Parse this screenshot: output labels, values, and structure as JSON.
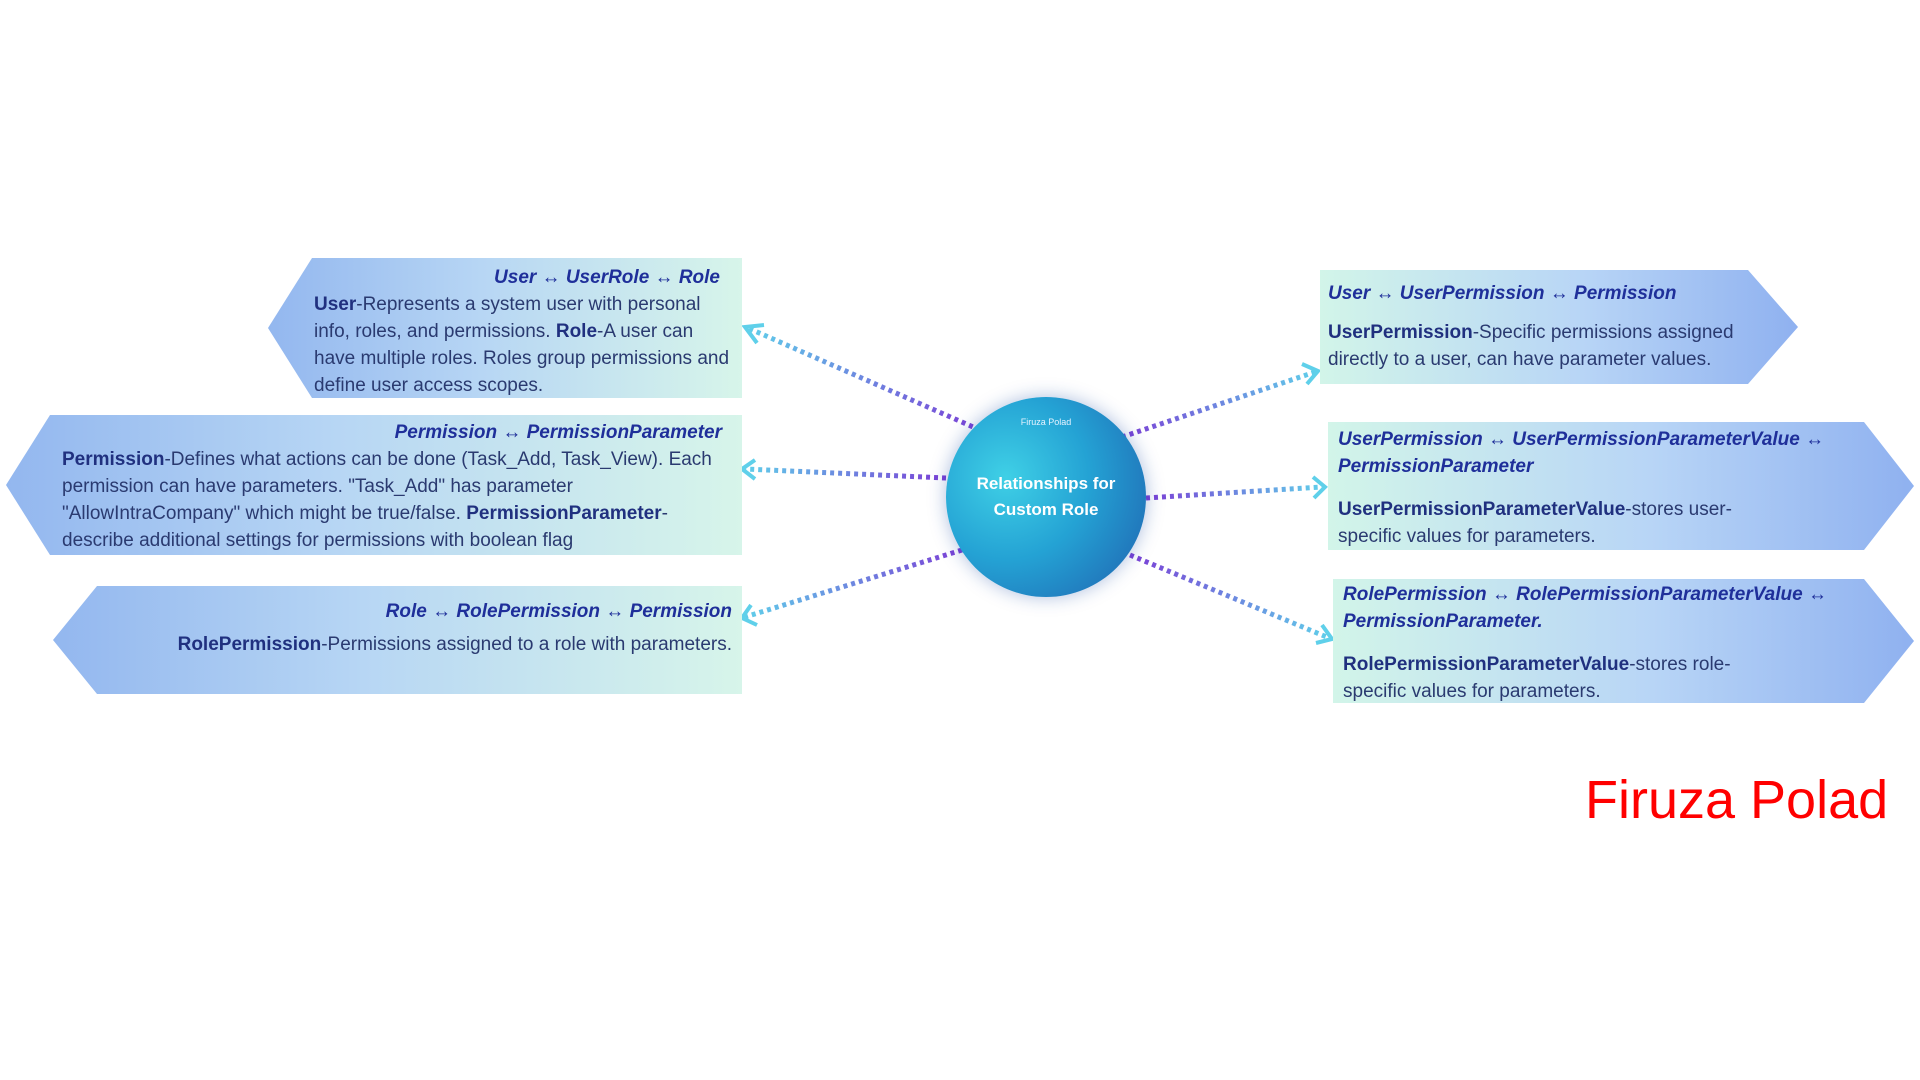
{
  "hub": {
    "watermark": "Firuza Polad",
    "title_line1": "Relationships for",
    "title_line2": "Custom Role"
  },
  "boxes": {
    "user_role": {
      "title": "User ↔ UserRole ↔ Role",
      "b1": "User",
      "t1": "-Represents a system user with personal info, roles, and permissions. ",
      "b2": "Role",
      "t2": "-A user can have multiple roles. Roles group permissions and define user access scopes."
    },
    "permission_parameter": {
      "title": "Permission ↔ PermissionParameter",
      "b1": "Permission",
      "t1": "-Defines what actions can be done (Task_Add, Task_View). Each permission can have parameters. \"Task_Add\" has parameter \"AllowIntraCompany\" which might be true/false. ",
      "b2": "PermissionParameter",
      "t2": "-describe additional settings for permissions with boolean flag"
    },
    "role_permission": {
      "title": "Role ↔ RolePermission ↔ Permission",
      "b1": "RolePermission",
      "t1": "-Permissions assigned to a role with parameters."
    },
    "user_permission": {
      "title": "User ↔ UserPermission ↔ Permission",
      "b1": "UserPermission",
      "t1": "-Specific permissions assigned directly to a user, can have parameter values."
    },
    "user_permission_parameter_value": {
      "title": "UserPermission ↔ UserPermissionParameterValue ↔ PermissionParameter",
      "b1": "UserPermissionParameterValue",
      "t1": "-stores user-specific values for parameters."
    },
    "role_permission_parameter_value": {
      "title": "RolePermission ↔ RolePermissionParameterValue ↔ PermissionParameter.",
      "b1": "RolePermissionParameterValue",
      "t1": "-stores role-specific values for parameters."
    }
  },
  "signature": "Firuza Polad",
  "colors": {
    "title_text": "#1f2f9a",
    "body_text": "#2a3a70",
    "connector_start": "#7b3fd6",
    "connector_end": "#5fd0ea",
    "signature": "#ff0000"
  }
}
